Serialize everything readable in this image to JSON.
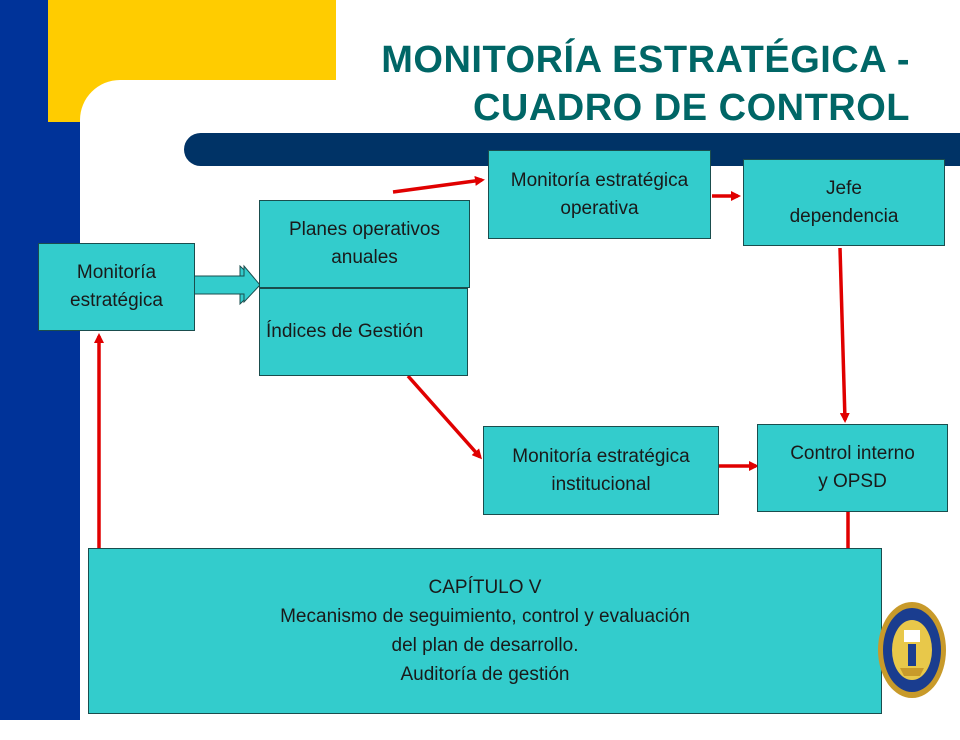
{
  "title": {
    "line1": "MONITORÍA ESTRATÉGICA  -",
    "line2": "CUADRO DE CONTROL"
  },
  "nodes": {
    "monitoria_estrategica": "Monitoría\nestratégica",
    "planes_operativos": "Planes operativos\nanuales",
    "indices_gestion": "Índices de Gestión",
    "monitoria_operativa": "Monitoría estratégica\noperativa",
    "jefe_dependencia": "Jefe\ndependencia",
    "monitoria_institucional": "Monitoría estratégica\ninstitucional",
    "control_interno": "Control interno\ny OPSD",
    "capitulo": {
      "line1": "CAPÍTULO V",
      "line2": "Mecanismo de seguimiento, control y evaluación",
      "line3": "del plan de desarrollo.",
      "line4": "Auditoría de gestión"
    }
  },
  "colors": {
    "box_fill": "#33cccc",
    "arrow": "#e00000",
    "title": "#006666",
    "left_band": "#003399",
    "accent": "#ffcc00",
    "header_bar": "#003366"
  },
  "icons": {
    "seal": "university-seal-icon"
  }
}
